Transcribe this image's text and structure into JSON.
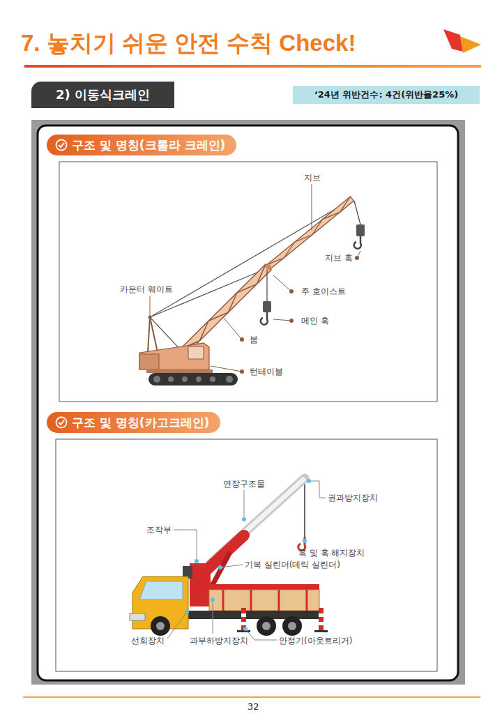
{
  "diagram": {
    "title": "7. 놓치기 쉬운 안전 수칙 Check!",
    "nodes": [
      {
        "text": [
          "2) 이동식크레인"
        ]
      },
      {
        "text": [
          "‘24년 위반건수: 4건(위반율25%)"
        ]
      },
      {
        "text": [
          "구조 및 명칭(크롤라 크레인)"
        ]
      },
      {
        "text": [
          "구조 및 명칭(카고크레인)"
        ]
      }
    ],
    "labels": [
      "지브",
      "지브 훅",
      "카운터 웨이트",
      "주 호이스트",
      "메인 훅",
      "붐",
      "턴테이블",
      "연장구조물",
      "권과방지장치",
      "조작부",
      "훅 및 훅 해지장치",
      "기복 실린더(데릭 실린더)",
      "선회장치",
      "과부하방지장치",
      "안정기(아웃트리거)",
      "32"
    ]
  }
}
